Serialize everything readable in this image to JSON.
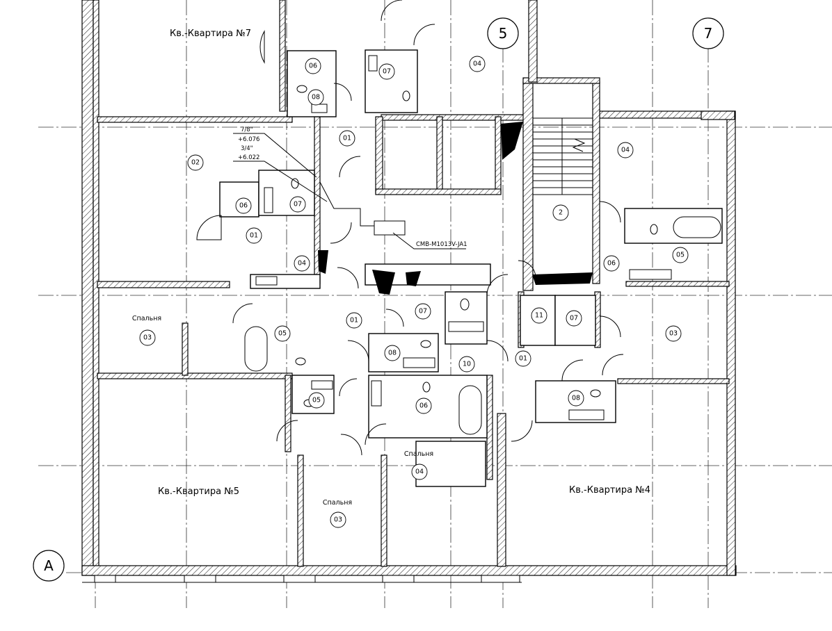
{
  "grid_axes": {
    "col_5": "5",
    "col_7": "7",
    "row_a": "А"
  },
  "apartments": {
    "apt_7": "Кв.-Квартира №7",
    "apt_5": "Кв.-Квартира №5",
    "apt_4": "Кв.-Квартира №4"
  },
  "room_names": {
    "bedroom": "Спальня"
  },
  "equipment": {
    "unit_label": "CMB-M1013V-JA1"
  },
  "pipe_note": {
    "line1": "7/8\"",
    "line2": "+6.076",
    "line3": "3/4\"",
    "line4": "+6.022"
  },
  "room_tags": [
    "06",
    "08",
    "07",
    "04",
    "01",
    "02",
    "06",
    "07",
    "01",
    "04",
    "2",
    "04",
    "06",
    "05",
    "03",
    "05",
    "01",
    "07",
    "08",
    "10",
    "06",
    "05",
    "11",
    "07",
    "01",
    "03",
    "08",
    "04",
    "03"
  ],
  "stair_mark": "2"
}
